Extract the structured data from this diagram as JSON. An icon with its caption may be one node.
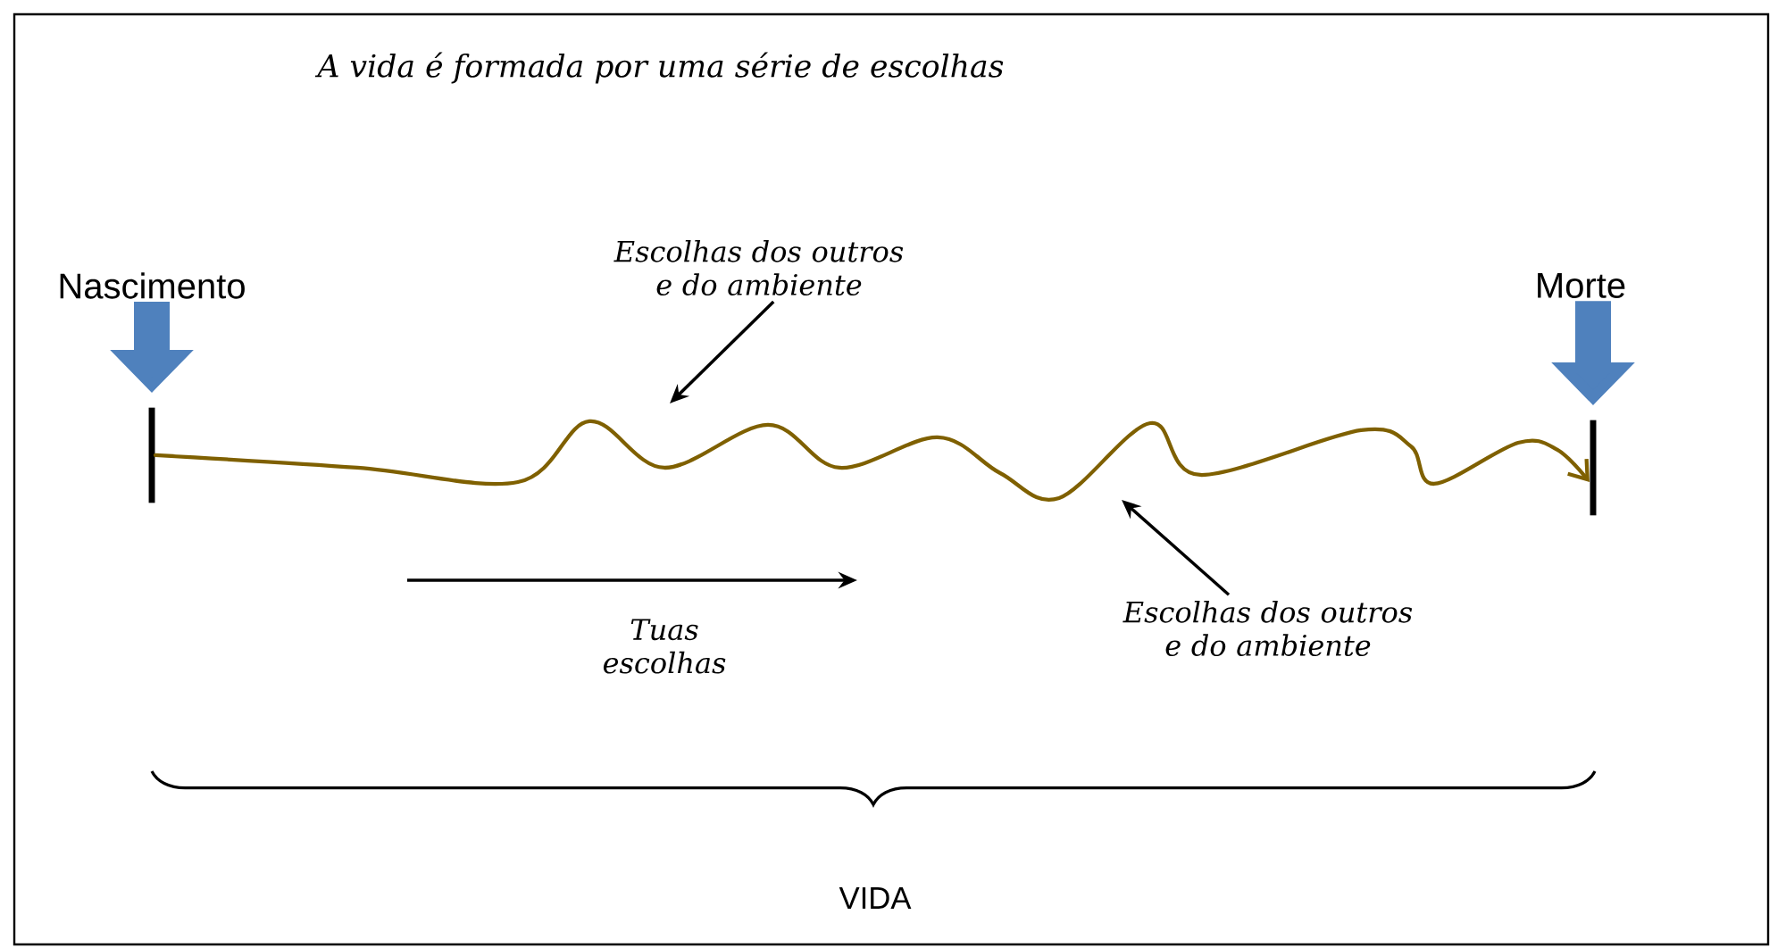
{
  "diagram": {
    "title": "A vida é formada por uma série de escolhas",
    "nodes": [
      {
        "text": [
          "Nascimento"
        ]
      },
      {
        "text": [
          "Morte"
        ]
      },
      {
        "text": [],
        "shape": "bar"
      },
      {
        "text": [],
        "shape": "bar"
      },
      {
        "text": [
          "Escolhas dos outros e do ambiente"
        ]
      },
      {
        "text": [
          "Escolhas dos outros e do ambiente"
        ]
      }
    ],
    "edges": [
      {
        "from": 0,
        "to": 2,
        "arrow": "to",
        "style": "thick",
        "color": "#4f81bd"
      },
      {
        "from": 1,
        "to": 3,
        "arrow": "to",
        "style": "thick",
        "color": "#4f81bd"
      },
      {
        "from": 2,
        "to": 3,
        "arrow": "to",
        "color": "#7f6000"
      },
      {
        "from": 4,
        "to": null,
        "arrow": "to",
        "color": "#000000"
      },
      {
        "from": 5,
        "to": null,
        "arrow": "to",
        "color": "#000000"
      }
    ],
    "labels": [
      "Tuas escolhas",
      "VIDA"
    ]
  }
}
